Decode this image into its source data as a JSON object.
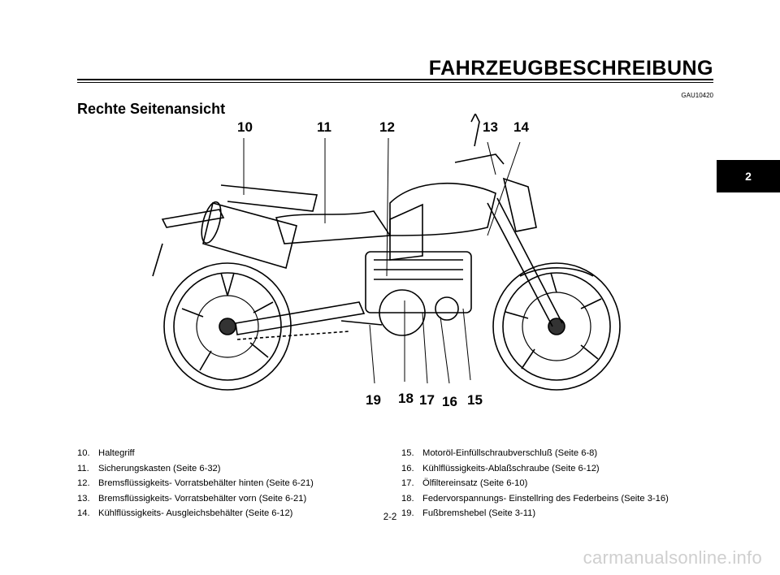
{
  "header": {
    "title": "FAHRZEUGBESCHREIBUNG",
    "code": "GAU10420"
  },
  "section_title": "Rechte Seitenansicht",
  "chapter_tab": "2",
  "callouts": [
    "10",
    "11",
    "12",
    "13",
    "14",
    "15",
    "16",
    "17",
    "18",
    "19"
  ],
  "legend_left": [
    {
      "num": "10.",
      "text": "Haltegriff"
    },
    {
      "num": "11.",
      "text": "Sicherungskasten (Seite 6-32)"
    },
    {
      "num": "12.",
      "text": "Bremsflüssigkeits- Vorratsbehälter hinten (Seite 6-21)"
    },
    {
      "num": "13.",
      "text": "Bremsflüssigkeits- Vorratsbehälter vorn (Seite 6-21)"
    },
    {
      "num": "14.",
      "text": "Kühlflüssigkeits- Ausgleichsbehälter (Seite 6-12)"
    }
  ],
  "legend_right": [
    {
      "num": "15.",
      "text": "Motoröl-Einfüllschraubverschluß (Seite 6-8)"
    },
    {
      "num": "16.",
      "text": "Kühlflüssigkeits-Ablaßschraube (Seite 6-12)"
    },
    {
      "num": "17.",
      "text": "Ölfiltereinsatz (Seite 6-10)"
    },
    {
      "num": "18.",
      "text": "Federvorspannungs- Einstellring des Federbeins (Seite 3-16)"
    },
    {
      "num": "19.",
      "text": "Fußbremshebel (Seite 3-11)"
    }
  ],
  "page_number": "2-2",
  "watermark": "carmanualsonline.info"
}
